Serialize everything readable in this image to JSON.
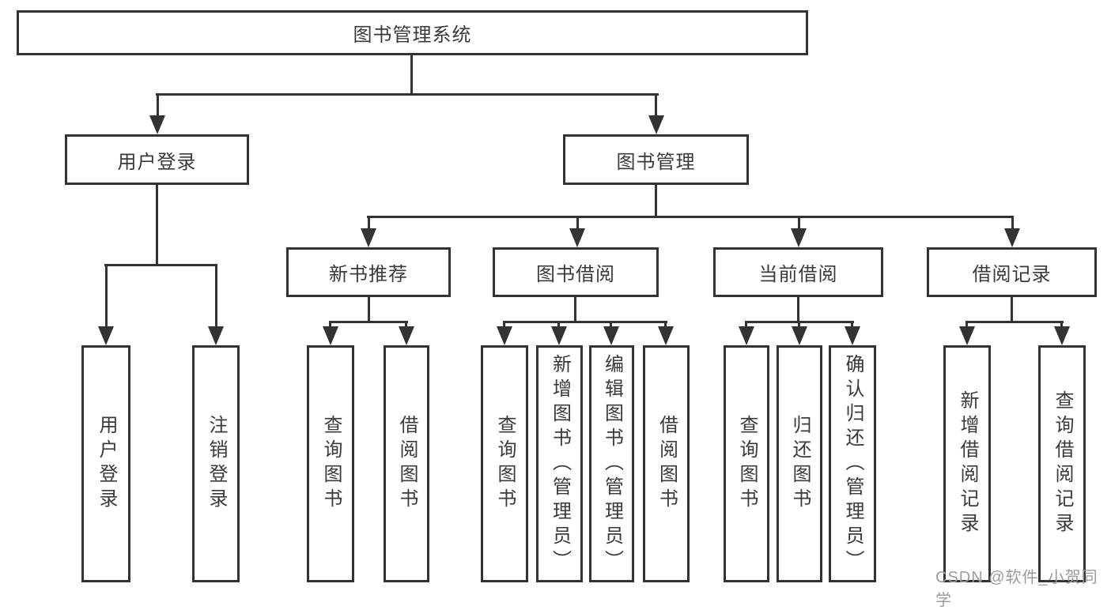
{
  "colors": {
    "line": "#333333",
    "box_border": "#333333",
    "text": "#3a3a3e",
    "watermark": "#9b9b9b",
    "background": "#ffffff"
  },
  "watermark": {
    "text": "CSDN @软件_小贺同学"
  },
  "tree": {
    "root": {
      "label": "图书管理系统"
    },
    "level2": [
      {
        "label": "用户登录",
        "children": [
          {
            "label": "用户登录"
          },
          {
            "label": "注销登录"
          }
        ]
      },
      {
        "label": "图书管理"
      }
    ],
    "level3": [
      {
        "label": "新书推荐",
        "children": [
          {
            "label": "查询图书"
          },
          {
            "label": "借阅图书"
          }
        ]
      },
      {
        "label": "图书借阅",
        "children": [
          {
            "label": "查询图书"
          },
          {
            "label": "新增图书（管理员）"
          },
          {
            "label": "编辑图书（管理员）"
          },
          {
            "label": "借阅图书"
          }
        ]
      },
      {
        "label": "当前借阅",
        "children": [
          {
            "label": "查询图书"
          },
          {
            "label": "归还图书"
          },
          {
            "label": "确认归还（管理员）"
          }
        ]
      },
      {
        "label": "借阅记录",
        "children": [
          {
            "label": "新增借阅记录"
          },
          {
            "label": "查询借阅记录"
          }
        ]
      }
    ]
  }
}
